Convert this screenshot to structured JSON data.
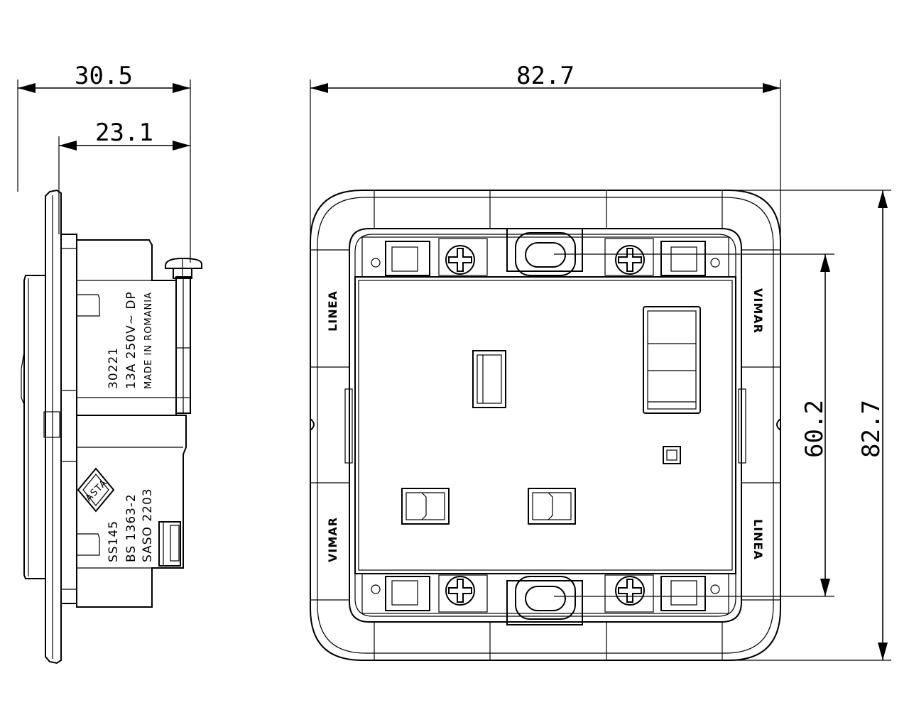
{
  "dimensions": {
    "side_total_depth": "30.5",
    "side_body_depth": "23.1",
    "front_width": "82.7",
    "front_height": "82.7",
    "fixing_centers": "60.2"
  },
  "side_markings": {
    "line1": "30221",
    "line2": "13A 250V~ DP",
    "line3": "MADE IN ROMANIA",
    "line4": "SS145",
    "line5": "BS 1363-2",
    "line6": "SASO 2203",
    "cert_logo": "ASTA"
  },
  "plate_labels": {
    "top_left": "LINEA",
    "top_right": "VIMAR",
    "bottom_left": "VIMAR",
    "bottom_right": "LINEA"
  }
}
